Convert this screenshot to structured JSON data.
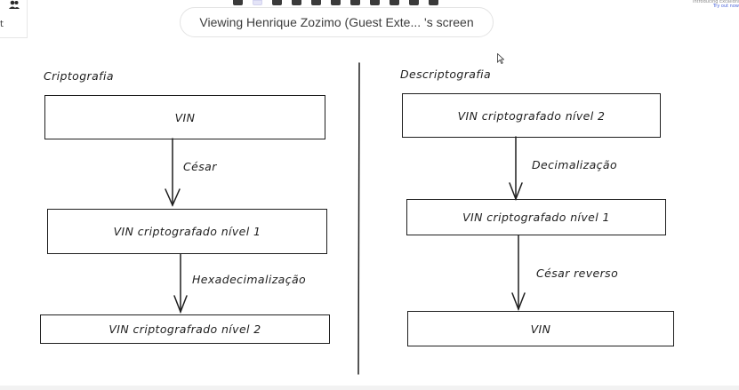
{
  "share_banner": {
    "text": "Viewing Henrique Zozimo (Guest Exte... 's screen"
  },
  "promo": {
    "line1": "Introducing Excalidraw+",
    "line2": "Try out now"
  },
  "side_panel": {
    "mark": "t"
  },
  "toolbar": {
    "tools": [
      "lock",
      "selection",
      "rectangle",
      "diamond",
      "ellipse",
      "arrow",
      "line",
      "draw",
      "text",
      "image",
      "eraser"
    ]
  },
  "diagram": {
    "left": {
      "title": "Criptografia",
      "box1": "VIN",
      "arrow1_label": "César",
      "box2": "VIN criptografado nível 1",
      "arrow2_label": "Hexadecimalização",
      "box3": "VIN criptografrado nível 2"
    },
    "right": {
      "title": "Descriptografia",
      "box1": "VIN criptografado nível 2",
      "arrow1_label": "Decimalização",
      "box2": "VIN criptografado nível 1",
      "arrow2_label": "César reverso",
      "box3": "VIN"
    }
  },
  "colors": {
    "stroke": "#1e1e1e",
    "selected_tool": "#e4e4f7",
    "link": "#4a64d8"
  }
}
